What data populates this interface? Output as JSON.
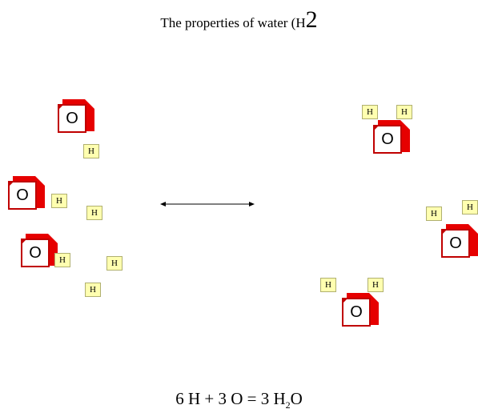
{
  "title": {
    "prefix": "The properties of water (H",
    "suffix": "2"
  },
  "atoms": {
    "oxygen_label": "O",
    "hydrogen_label": "H"
  },
  "equation": {
    "left": "6 H + 3 O  =  3 H",
    "sub": "2",
    "right": "O"
  },
  "colors": {
    "oxygen_red": "#e60000",
    "hydrogen_yellow": "#ffffb0"
  }
}
